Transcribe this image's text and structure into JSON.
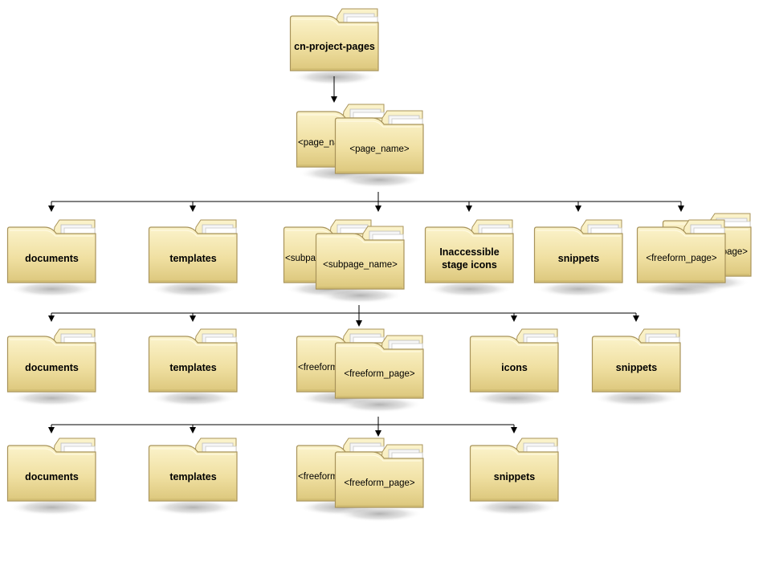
{
  "colors": {
    "folder_light": "#fbf3cb",
    "folder_mid": "#f0e0a2",
    "folder_dark": "#dcc77c",
    "folder_edge": "#a8935a",
    "paper": "#f6f6f6",
    "connector": "#000000"
  },
  "icon": "folder-icon",
  "root": {
    "label": "cn-project-pages"
  },
  "page": {
    "label_back": "<page_name>",
    "label_front": "<page_name>"
  },
  "level1": {
    "documents": "documents",
    "templates": "templates",
    "subpage_back": "<subpage_name>",
    "subpage_front": "<subpage_name>",
    "inaccessible": "Inaccessible\nstage icons",
    "snippets": "snippets",
    "freeform_back": "<freeform_page>",
    "freeform_front": "<freeform_page>"
  },
  "level2": {
    "documents": "documents",
    "templates": "templates",
    "freeform_back": "<freeform_page>",
    "freeform_front": "<freeform_page>",
    "icons": "icons",
    "snippets": "snippets"
  },
  "level3": {
    "documents": "documents",
    "templates": "templates",
    "freeform_back": "<freeform_page>",
    "freeform_front": "<freeform_page>",
    "snippets": "snippets"
  }
}
